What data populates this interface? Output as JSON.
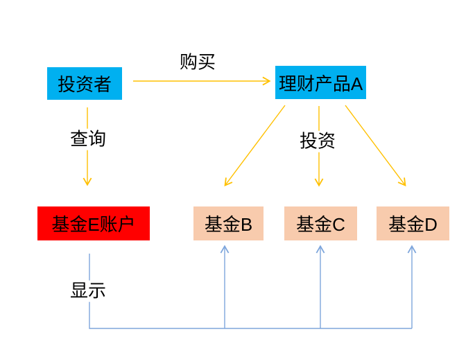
{
  "diagram": {
    "nodes": [
      {
        "id": "investor",
        "label": "投资者",
        "color": "#00B0F0"
      },
      {
        "id": "product_a",
        "label": "理财产品A",
        "color": "#00B0F0"
      },
      {
        "id": "fund_e",
        "label": "基金E账户",
        "color": "#FF0000"
      },
      {
        "id": "fund_b",
        "label": "基金B",
        "color": "#F8CBAD"
      },
      {
        "id": "fund_c",
        "label": "基金C",
        "color": "#F8CBAD"
      },
      {
        "id": "fund_d",
        "label": "基金D",
        "color": "#F8CBAD"
      }
    ],
    "edge_labels": {
      "buy": "购买",
      "query": "查询",
      "invest": "投资",
      "display": "显示"
    },
    "colors": {
      "arrow_gold": "#FFC000",
      "arrow_blue": "#7EA6DC",
      "background": "#FFFFFF"
    }
  }
}
